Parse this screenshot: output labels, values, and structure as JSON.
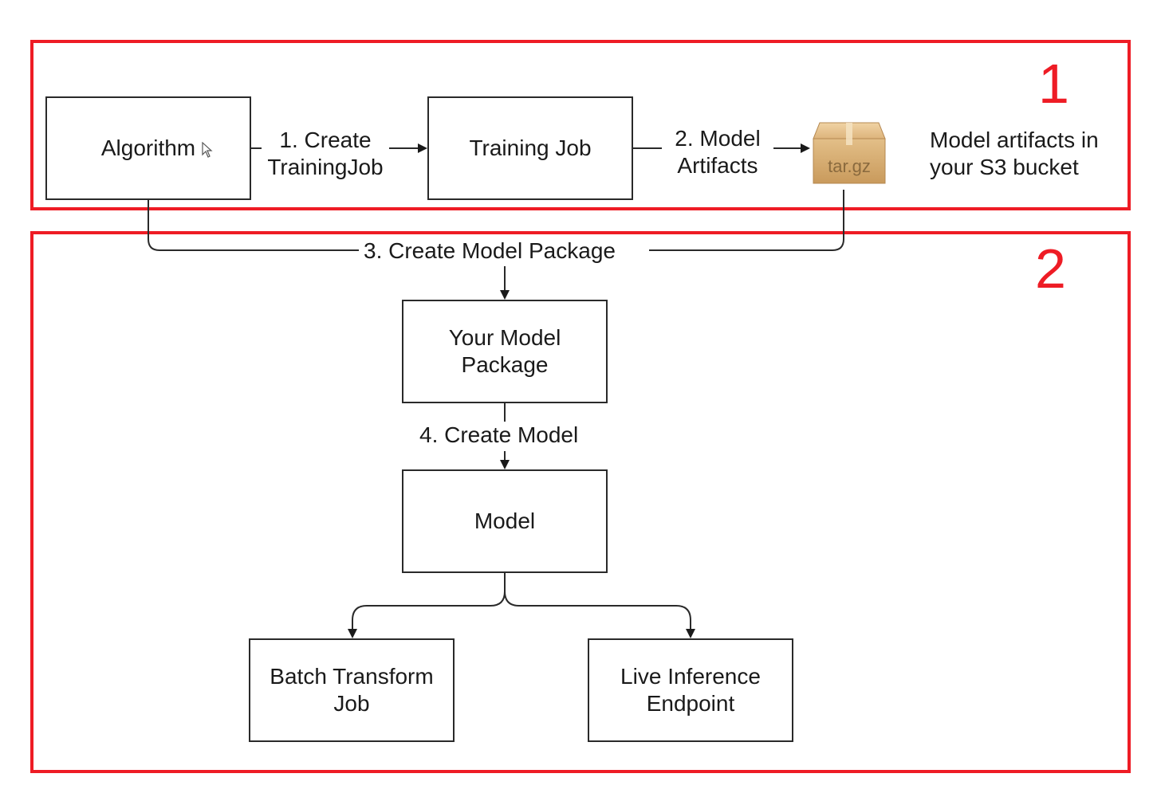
{
  "regions": {
    "region1_number": "1",
    "region2_number": "2"
  },
  "boxes": {
    "algorithm": "Algorithm",
    "training_job": "Training Job",
    "model_package": "Your Model\nPackage",
    "model": "Model",
    "batch_transform": "Batch Transform\nJob",
    "live_inference": "Live Inference\nEndpoint"
  },
  "steps": {
    "step1": "1. Create\nTrainingJob",
    "step2": "2. Model\nArtifacts",
    "step3": "3. Create Model Package",
    "step4": "4. Create Model"
  },
  "artifact": {
    "icon": "package-box-icon",
    "label": "tar.gz",
    "description": "Model artifacts in\nyour S3 bucket"
  },
  "colors": {
    "region_border": "#ee1c25",
    "line": "#2a2a2a",
    "package": "#d9b27c"
  }
}
